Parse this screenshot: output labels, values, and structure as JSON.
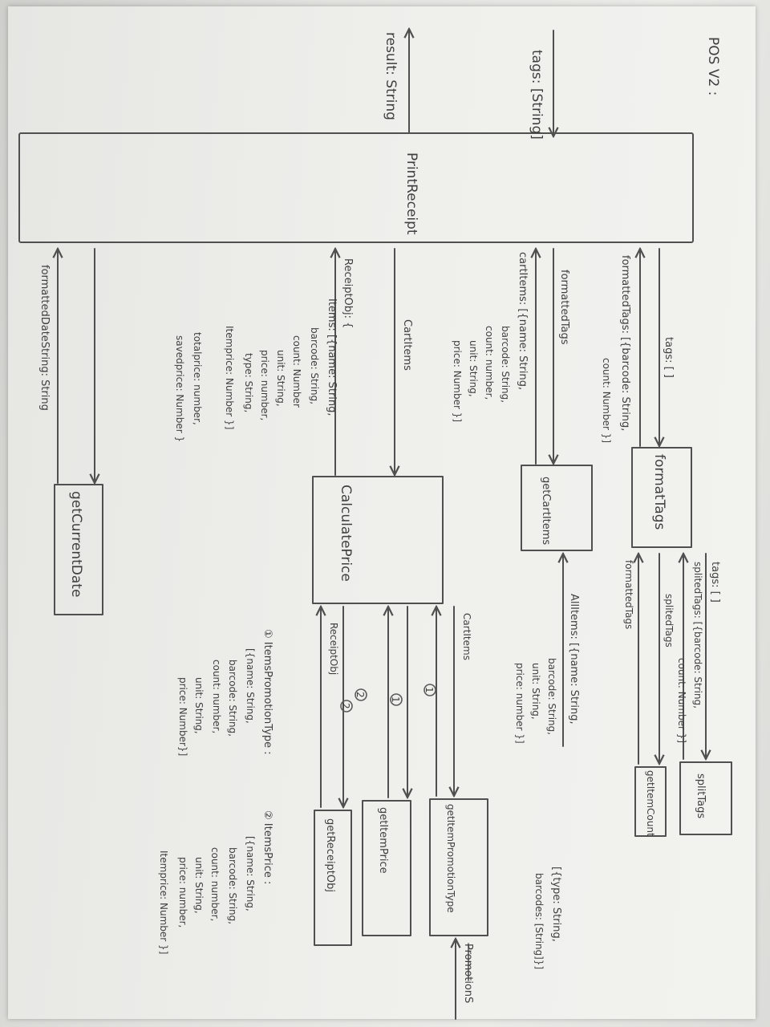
{
  "title": "POS V2 :",
  "input_label": "tags: [String]",
  "output_label": "result: String",
  "functions": {
    "print_receipt": "PrintReceipt",
    "format_tags": "formatTags",
    "get_cart_items": "getCartItems",
    "calculate_price": "CalculatePrice",
    "get_current_date": "getCurrentDate",
    "split_tags": "splitTags",
    "get_item_count": "getItemCount",
    "get_item_promotion_type": "getItemPromotionType",
    "get_item_price": "getItemPrice",
    "get_receipt_obj": "getReceiptObj"
  },
  "labels": {
    "pr_format_tags_in": "tags: [ ]",
    "pr_format_tags_out_1": "formattedTags: [{barcode: String,",
    "pr_format_tags_out_2": "count: Number }]",
    "pr_cart_in": "formattedTags",
    "pr_cart_out_1": "cartItems: [{name: String,",
    "pr_cart_out_2": "barcode: String,",
    "pr_cart_out_3": "count: number,",
    "pr_cart_out_4": "unit: String,",
    "pr_cart_out_5": "price: Number }]",
    "pr_calc_in": "CartItems",
    "pr_calc_out_1": "ReceiptObj: {",
    "pr_calc_out_2": "Items: [{name: String,",
    "pr_calc_out_3": "barcode: String,",
    "pr_calc_out_4": "count: Number",
    "pr_calc_out_5": "unit: String,",
    "pr_calc_out_6": "price: number,",
    "pr_calc_out_7": "type: String,",
    "pr_calc_out_8": "Itemprice: Number }]",
    "pr_calc_out_9": "totalprice: number,",
    "pr_calc_out_10": "savedprice: Number }",
    "pr_date_out": "formattedDateString: String",
    "ft_split_in": "tags: [ ]",
    "ft_split_out_1": "splitedTags: [{barcode: String,",
    "ft_split_out_2": "count: Number }]",
    "ft_count_in": "splitedTags",
    "ft_count_out": "formattedTags",
    "gc_all_items_1": "AllItems: [{name: String,",
    "gc_all_items_2": "barcode: String,",
    "gc_all_items_3": "unit: String,",
    "gc_all_items_4": "price: number }]",
    "cp_cart_items": "CartItems",
    "cp_receipt_obj": "ReceiptObj",
    "marker_1": "1",
    "marker_2": "2",
    "promo_label": "PromotionS",
    "promo_1": "[{type: String,",
    "promo_2": "barcodes: [String]}]",
    "promo_type_1": "① ItemsPromotionType :",
    "promo_type_2": "[{name: String,",
    "promo_type_3": "barcode: String,",
    "promo_type_4": "count: number,",
    "promo_type_5": "unit: String,",
    "promo_type_6": "price: Number}]",
    "items_price_1": "② ItemsPrice :",
    "items_price_2": "[{name: String,",
    "items_price_3": "barcode: String,",
    "items_price_4": "count: number,",
    "items_price_5": "unit: String,",
    "items_price_6": "price: number,",
    "items_price_7": "Itemprice: Number }]"
  }
}
